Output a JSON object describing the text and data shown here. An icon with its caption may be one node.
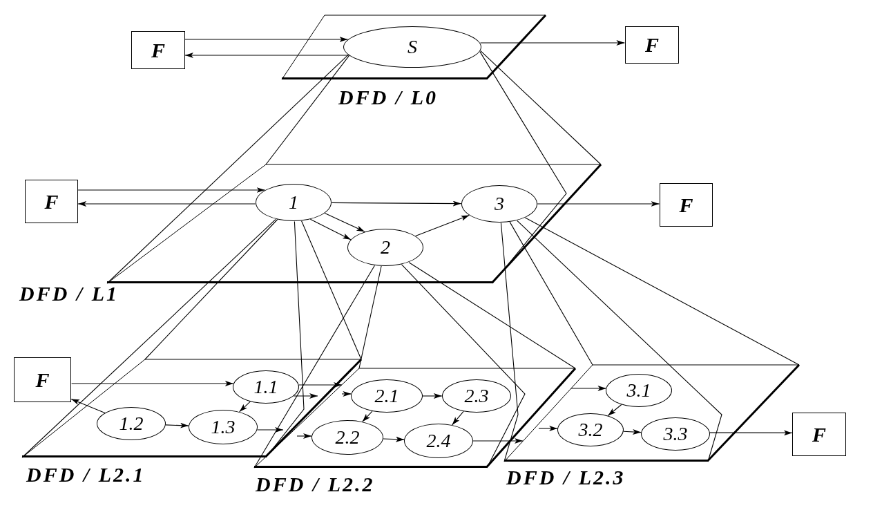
{
  "diagram": {
    "nodes": [
      {
        "text": [
          "F"
        ]
      },
      {
        "text": [],
        "shape": "parallelogram",
        "beside": [
          "DFD / L0"
        ]
      },
      {
        "text": [
          "S"
        ],
        "in": 1
      },
      {
        "text": [
          "F"
        ]
      },
      {
        "text": [
          "F"
        ]
      },
      {
        "text": [],
        "shape": "parallelogram",
        "beside": [
          "DFD / L1"
        ]
      },
      {
        "text": [
          "1"
        ],
        "in": 5
      },
      {
        "text": [
          "3"
        ],
        "in": 5
      },
      {
        "text": [
          "2"
        ],
        "in": 5
      },
      {
        "text": [
          "F"
        ]
      },
      {
        "text": [
          "F"
        ]
      },
      {
        "text": [],
        "shape": "parallelogram",
        "beside": [
          "DFD / L2.1"
        ]
      },
      {
        "text": [
          "1.1"
        ],
        "in": 11
      },
      {
        "text": [
          "1.2"
        ],
        "in": 11
      },
      {
        "text": [
          "1.3"
        ],
        "in": 11
      },
      {
        "text": [],
        "shape": "parallelogram",
        "beside": [
          "DFD / L2.2"
        ]
      },
      {
        "text": [
          "2.1"
        ],
        "in": 15
      },
      {
        "text": [
          "2.3"
        ],
        "in": 15
      },
      {
        "text": [
          "2.2"
        ],
        "in": 15
      },
      {
        "text": [
          "2.4"
        ],
        "in": 15
      },
      {
        "text": [],
        "shape": "parallelogram",
        "beside": [
          "DFD / L2.3"
        ]
      },
      {
        "text": [
          "3.1"
        ],
        "in": 20
      },
      {
        "text": [
          "3.2"
        ],
        "in": 20
      },
      {
        "text": [
          "3.3"
        ],
        "in": 20
      },
      {
        "text": [
          "F"
        ]
      }
    ],
    "edges": [
      {
        "from": 0,
        "to": 2,
        "arrow": "to"
      },
      {
        "from": 2,
        "to": 0,
        "arrow": "to"
      },
      {
        "from": 2,
        "to": 3,
        "arrow": "to"
      },
      {
        "from": 2,
        "to": 5,
        "arrow": "none"
      },
      {
        "from": 2,
        "to": 5,
        "arrow": "none"
      },
      {
        "from": 2,
        "to": 5,
        "arrow": "none"
      },
      {
        "from": 2,
        "to": 5,
        "arrow": "none"
      },
      {
        "from": 4,
        "to": 6,
        "arrow": "to"
      },
      {
        "from": 6,
        "to": 4,
        "arrow": "to"
      },
      {
        "from": 6,
        "to": 7,
        "arrow": "to"
      },
      {
        "from": 6,
        "to": 8,
        "arrow": "to"
      },
      {
        "from": 6,
        "to": 8,
        "arrow": "to"
      },
      {
        "from": 8,
        "to": 7,
        "arrow": "to"
      },
      {
        "from": 7,
        "to": 9,
        "arrow": "to"
      },
      {
        "from": 6,
        "to": 11,
        "arrow": "none"
      },
      {
        "from": 6,
        "to": 11,
        "arrow": "none"
      },
      {
        "from": 6,
        "to": 11,
        "arrow": "none"
      },
      {
        "from": 6,
        "to": 11,
        "arrow": "none"
      },
      {
        "from": 8,
        "to": 15,
        "arrow": "none"
      },
      {
        "from": 8,
        "to": 15,
        "arrow": "none"
      },
      {
        "from": 8,
        "to": 15,
        "arrow": "none"
      },
      {
        "from": 8,
        "to": 15,
        "arrow": "none"
      },
      {
        "from": 7,
        "to": 20,
        "arrow": "none"
      },
      {
        "from": 7,
        "to": 20,
        "arrow": "none"
      },
      {
        "from": 7,
        "to": 20,
        "arrow": "none"
      },
      {
        "from": 7,
        "to": 20,
        "arrow": "none"
      },
      {
        "from": 10,
        "to": 12,
        "arrow": "to"
      },
      {
        "from": 13,
        "to": 10,
        "arrow": "to"
      },
      {
        "from": 13,
        "to": 14,
        "arrow": "to"
      },
      {
        "from": 12,
        "to": 14,
        "arrow": "to"
      },
      {
        "from": 12,
        "to": 15,
        "arrow": "to"
      },
      {
        "from": 12,
        "to": null,
        "arrow": "to"
      },
      {
        "from": 14,
        "to": null,
        "arrow": "to"
      },
      {
        "from": null,
        "to": 16,
        "arrow": "to"
      },
      {
        "from": null,
        "to": 18,
        "arrow": "to"
      },
      {
        "from": 16,
        "to": 17,
        "arrow": "to"
      },
      {
        "from": 16,
        "to": 18,
        "arrow": "to"
      },
      {
        "from": 17,
        "to": 19,
        "arrow": "to"
      },
      {
        "from": 18,
        "to": 19,
        "arrow": "to"
      },
      {
        "from": 19,
        "to": 20,
        "arrow": "to"
      },
      {
        "from": 15,
        "to": 21,
        "arrow": "to"
      },
      {
        "from": null,
        "to": 22,
        "arrow": "to"
      },
      {
        "from": 21,
        "to": 22,
        "arrow": "to"
      },
      {
        "from": 22,
        "to": 23,
        "arrow": "to"
      },
      {
        "from": 23,
        "to": 24,
        "arrow": "to"
      }
    ]
  }
}
